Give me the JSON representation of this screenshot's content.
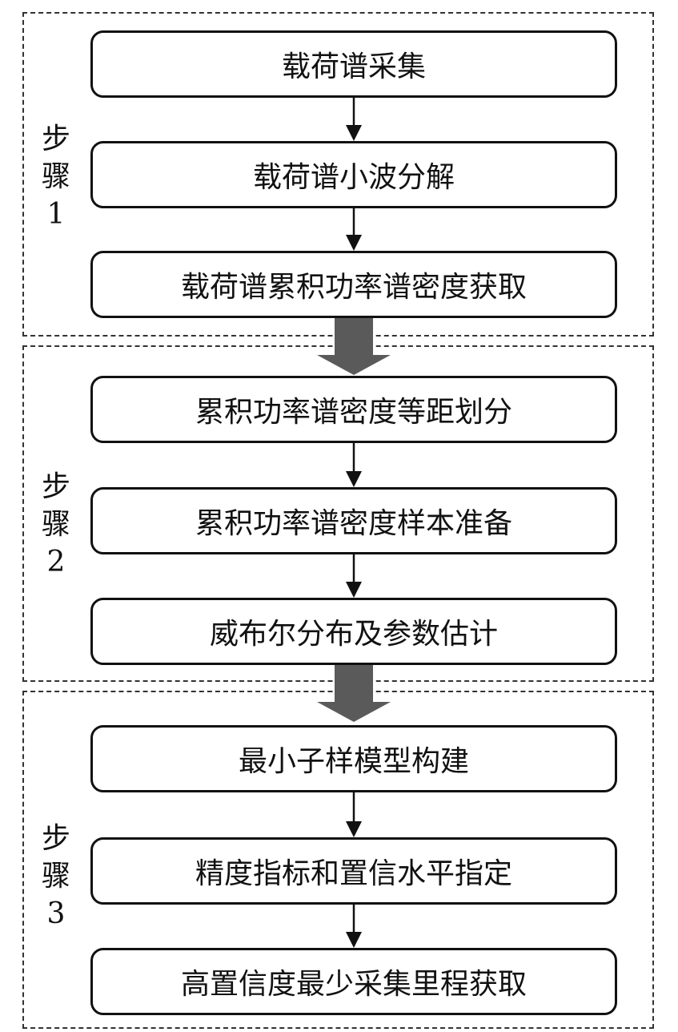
{
  "steps": [
    {
      "label": [
        "步",
        "骤",
        "1"
      ],
      "boxes": [
        "载荷谱采集",
        "载荷谱小波分解",
        "载荷谱累积功率谱密度获取"
      ]
    },
    {
      "label": [
        "步",
        "骤",
        "2"
      ],
      "boxes": [
        "累积功率谱密度等距划分",
        "累积功率谱密度样本准备",
        "威布尔分布及参数估计"
      ]
    },
    {
      "label": [
        "步",
        "骤",
        "3"
      ],
      "boxes": [
        "最小子样模型构建",
        "精度指标和置信水平指定",
        "高置信度最少采集里程获取"
      ]
    }
  ],
  "colors": {
    "line": "#111111",
    "dash": "#333333",
    "big_arrow": "#5a5a5a"
  }
}
